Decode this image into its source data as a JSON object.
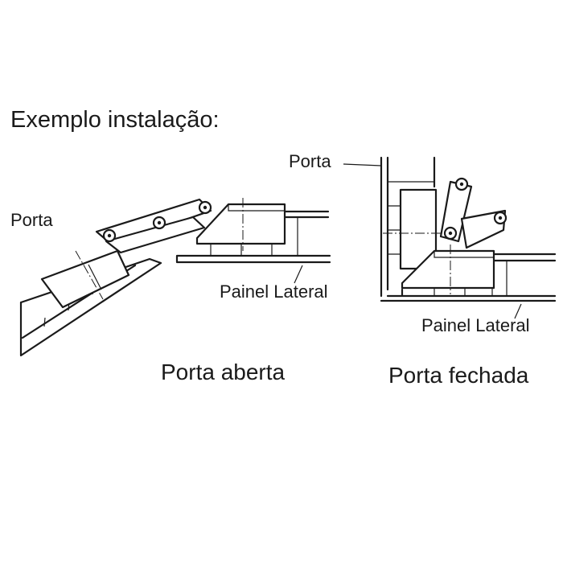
{
  "title": "Exemplo instalação:",
  "open": {
    "door_label": "Porta",
    "panel_label": "Painel Lateral",
    "caption": "Porta aberta"
  },
  "closed": {
    "door_label": "Porta",
    "panel_label": "Painel Lateral",
    "caption": "Porta fechada"
  }
}
